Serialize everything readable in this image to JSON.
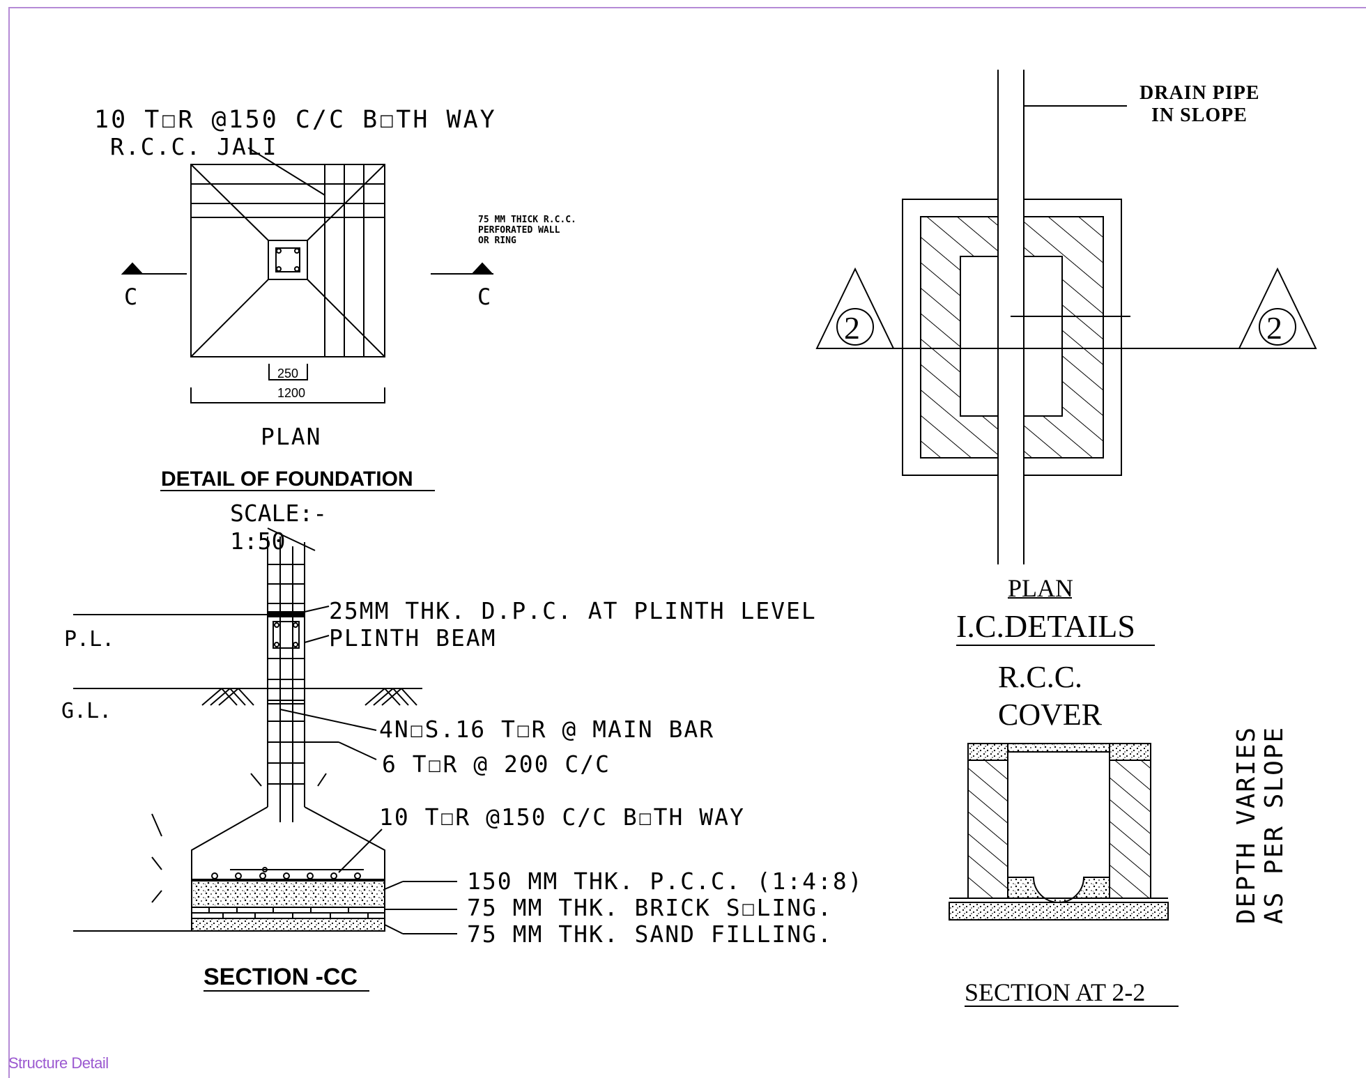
{
  "footer": {
    "label": "Structure Detail"
  },
  "plan": {
    "rebar_note": "10 T☐R @150 C/C B☐TH WAY",
    "jali": "R.C.C. JALI",
    "wall_note": [
      "75 MM THICK R.C.C.",
      "PERFORATED WALL",
      "OR RING"
    ],
    "section_mark": "C",
    "dim_inner": "250",
    "dim_outer": "1200",
    "caption": "PLAN",
    "title": "DETAIL OF FOUNDATION",
    "scale": [
      "SCALE:-",
      "1:50"
    ]
  },
  "section_cc": {
    "pl": "P.L.",
    "gl": "G.L.",
    "dpc": "25MM THK. D.P.C. AT PLINTH LEVEL",
    "beam": "PLINTH BEAM",
    "main_bar": "4N☐S.16 T☐R @  MAIN BAR",
    "stirrup": "6 T☐R @ 200 C/C",
    "footing_rebar": "10 T☐R @150 C/C B☐TH WAY",
    "pcc": "150 MM THK. P.C.C. (1:4:8)",
    "brick": "75   MM THK. BRICK S☐LING.",
    "sand": "75   MM THK. SAND FILLING.",
    "title": "SECTION -CC"
  },
  "ic": {
    "drain": [
      "DRAIN PIPE",
      "IN SLOPE"
    ],
    "section_mark": "2",
    "caption": "PLAN",
    "title": "I.C.DETAILS",
    "cover": [
      "R.C.C.",
      "COVER"
    ],
    "depth": [
      "DEPTH VARIES",
      "AS PER SLOPE"
    ],
    "section_title": "SECTION AT 2-2"
  },
  "colors": {
    "frame": "#b58ad6",
    "footer": "#9b59d0",
    "ink": "#000000"
  }
}
